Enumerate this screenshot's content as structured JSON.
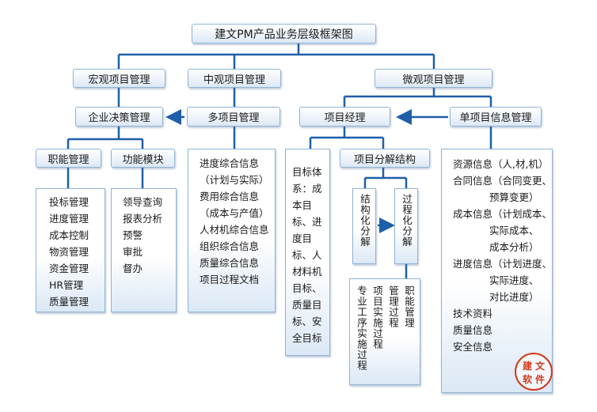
{
  "title": "建文PM产品业务层级框架图",
  "level1": {
    "macro": "宏观项目管理",
    "middle": "中观项目管理",
    "micro": "微观项目管理"
  },
  "level2": {
    "enterprise": "企业决策管理",
    "multi": "多项目管理",
    "pm": "项目经理",
    "single": "单项目信息管理"
  },
  "level3": {
    "functional": "职能管理",
    "module": "功能模块",
    "wbs": "项目分解结构"
  },
  "functional_items": [
    "投标管理",
    "进度管理",
    "成本控制",
    "物资管理",
    "资金管理",
    "HR管理",
    "质量管理"
  ],
  "module_items": [
    "领导查询",
    "报表分析",
    "预警",
    "审批",
    "督办"
  ],
  "multi_items": [
    "进度综合信息",
    "（计划与实际）",
    "费用综合信息",
    "（成本与产值）",
    "人材机综合信息",
    "组织综合信息",
    "质量综合信息",
    "项目过程文档"
  ],
  "targets_text": "目标体系：成本目标、进度目标、人材料机目标、质量目标、安全目标",
  "structured": "结构化分解",
  "process": "过程化分解",
  "process_items": [
    "职能管理",
    "管理过程",
    "项目实施过程",
    "专业工序实施过程"
  ],
  "single_items": [
    "资源信息（人,材,机）",
    "合同信息（合同变更、",
    "预算变更）",
    "成本信息（计划成本、",
    "实际成本、",
    "成本分析）",
    "进度信息（计划进度、",
    "实际进度、",
    "对比进度）",
    "技术资料",
    "质量信息",
    "安全信息"
  ],
  "seal_chars": [
    "建",
    "文",
    "软",
    "件"
  ],
  "colors": {
    "line": "#1f5fa8",
    "border": "#8fb4d6",
    "seal": "#d2391c"
  }
}
